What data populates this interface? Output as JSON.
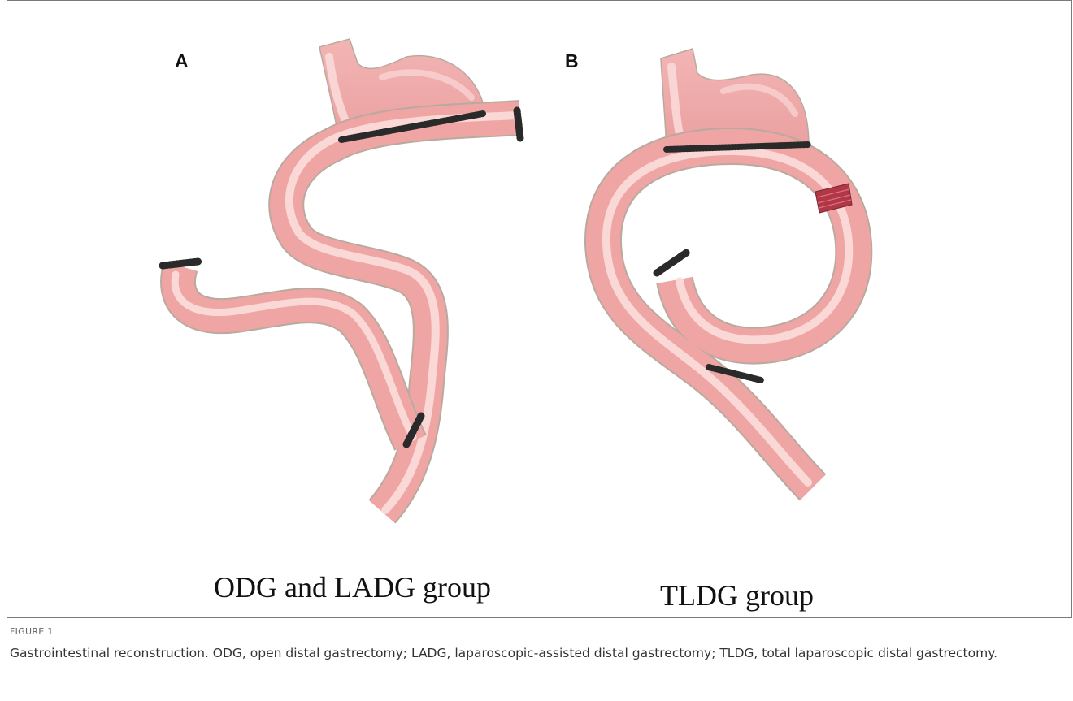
{
  "figure": {
    "panels": [
      {
        "letter": "A",
        "caption": "ODG and LADG group"
      },
      {
        "letter": "B",
        "caption": "TLDG group"
      }
    ],
    "label": "FIGURE 1",
    "caption": "Gastrointestinal reconstruction. ODG, open distal gastrectomy; LADG, laparoscopic-assisted distal gastrectomy; TLDG, total laparoscopic distal gastrectomy."
  },
  "colors": {
    "tissue": "#efa5a4",
    "tissue_highlight": "#fbe0df",
    "outline": "#b9a99f",
    "staple": "#2a2a2a",
    "stapler_band": "#b03745"
  }
}
